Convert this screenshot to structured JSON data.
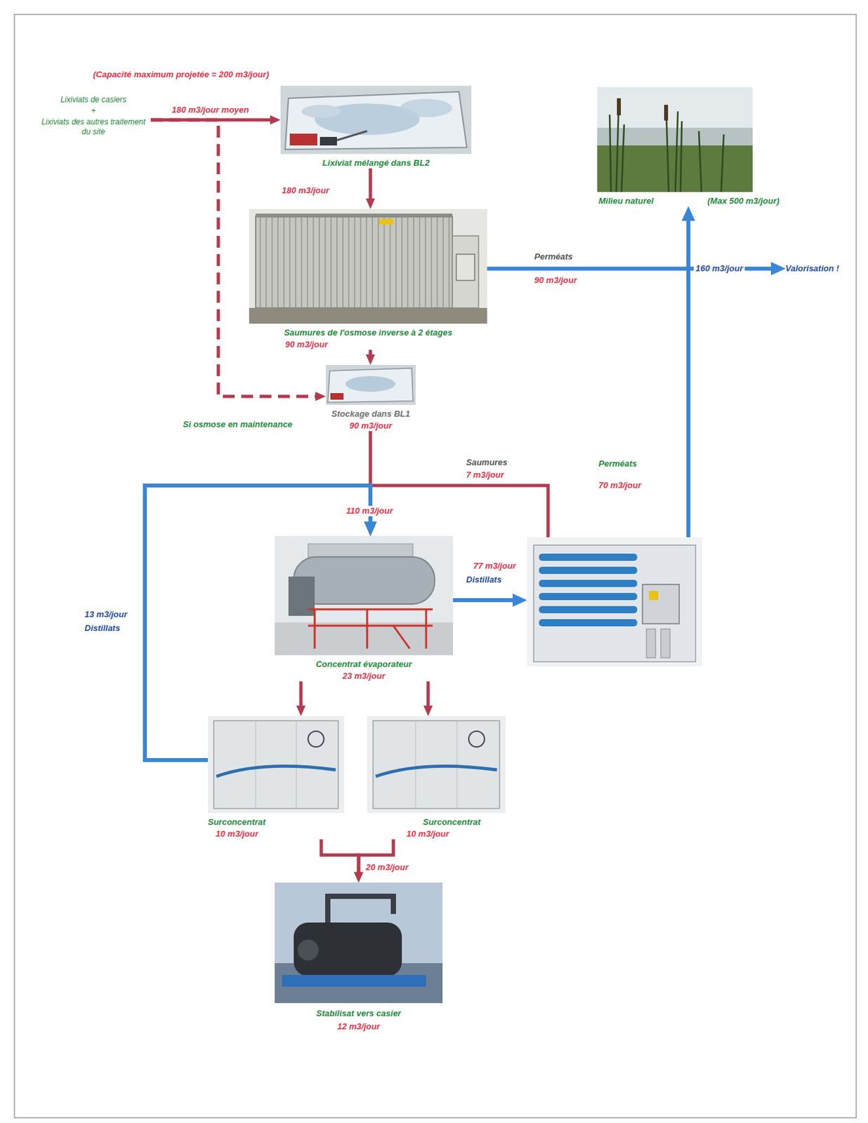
{
  "diagram": {
    "nodes": [
      {
        "text": [
          "Lixiviats de casiers",
          "+",
          "Lixiviats des autres traitement du site"
        ]
      },
      {
        "text": [
          "Lixiviat mélangé dans BL2"
        ]
      },
      {
        "text": [
          "Saumures de l'osmose inverse à 2 étages",
          "90 m3/jour"
        ]
      },
      {
        "text": [
          "Milieu naturel",
          "(Max 500 m3/jour)"
        ]
      },
      {
        "text": [
          "Stockage dans BL1",
          "90 m3/jour"
        ]
      },
      {
        "text": [
          "Concentrat évaporateur",
          "23 m3/jour"
        ]
      },
      {
        "text": []
      },
      {
        "text": [
          "Surconcentrat",
          "10 m3/jour"
        ]
      },
      {
        "text": [
          "Surconcentrat",
          "10 m3/jour"
        ]
      },
      {
        "text": [
          "Stabilisat vers casier",
          "12 m3/jour"
        ]
      },
      {
        "text": [
          "Valorisation !"
        ]
      }
    ],
    "edges": [
      {
        "from": 0,
        "to": 1,
        "arrow": "to",
        "label": "180 m3/jour moyen"
      },
      {
        "from": 0,
        "to": 4,
        "arrow": "to",
        "label": "Si osmose en maintenance"
      },
      {
        "from": 1,
        "to": 2,
        "arrow": "to",
        "label": "180 m3/jour"
      },
      {
        "from": 2,
        "to": 4,
        "arrow": "to"
      },
      {
        "from": 2,
        "to": 3,
        "arrow": "to",
        "label": "Perméats"
      },
      {
        "from": 2,
        "to": 10,
        "arrow": "to"
      },
      {
        "from": 6,
        "to": 3,
        "arrow": "to",
        "label": "Perméats"
      },
      {
        "from": 6,
        "to": 10,
        "arrow": "to"
      },
      {
        "from": 4,
        "to": 5,
        "arrow": "to",
        "label": "110 m3/jour"
      },
      {
        "from": 6,
        "to": 5,
        "arrow": "to",
        "label": "Saumures"
      },
      {
        "from": 7,
        "to": 5,
        "arrow": "to",
        "label": "13 m3/jour"
      },
      {
        "from": 5,
        "to": 6,
        "arrow": "to",
        "label": "77 m3/jour"
      },
      {
        "from": 5,
        "to": 7,
        "arrow": "to"
      },
      {
        "from": 5,
        "to": 8,
        "arrow": "to"
      },
      {
        "from": 7,
        "to": 9,
        "arrow": "to"
      },
      {
        "from": 8,
        "to": 9,
        "arrow": "to"
      }
    ],
    "labels": [
      "(Capacité maximum projetée = 200 m3/jour)",
      "90 m3/jour",
      "160 m3/jour",
      "70 m3/jour",
      "7 m3/jour",
      "Distillats",
      "Distillats",
      "20 m3/jour"
    ]
  }
}
